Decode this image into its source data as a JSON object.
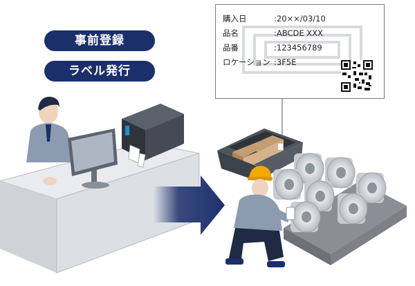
{
  "steps": {
    "register": "事前登録",
    "print": "ラベル発行"
  },
  "label": {
    "rows": [
      {
        "key": "購入日",
        "value": ":20××/03/10"
      },
      {
        "key": "品名",
        "value": ":ABCDE XXX"
      },
      {
        "key": "品番",
        "value": ":123456789"
      },
      {
        "key": "ロケーション",
        "value": ":3F5E"
      }
    ]
  },
  "colors": {
    "pill_bg": "#1b2f6b",
    "arrow": "#1b2f6b",
    "desk": "#dcdfe3",
    "worker_shirt": "#8c9bb0",
    "helmet": "#f2a900",
    "pallet": "#7d8187"
  }
}
